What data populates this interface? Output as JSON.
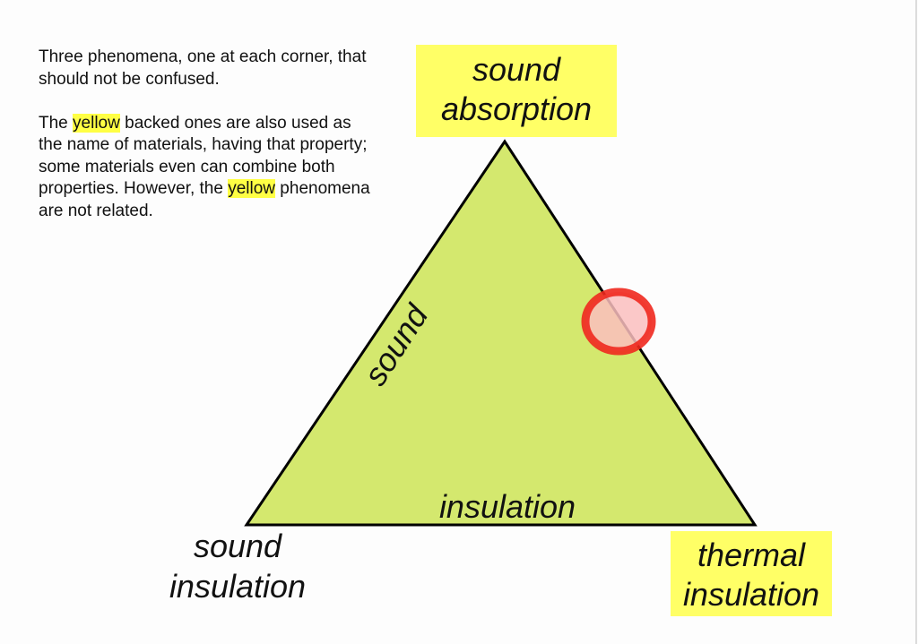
{
  "intro": {
    "para1": "Three phenomena, one at each corner, that should not be confused.",
    "para2_a": "The ",
    "para2_hl1": "yellow",
    "para2_b": " backed ones are also used as the name of materials, having that property; some materials even can combine both properties. However, the ",
    "para2_hl2": "yellow",
    "para2_c": " phenomena are not related."
  },
  "diagram": {
    "top": {
      "line1": "sound",
      "line2": "absorption"
    },
    "bottom_left": {
      "line1": "sound",
      "line2": "insulation"
    },
    "bottom_right": {
      "line1": "thermal",
      "line2": "insulation"
    },
    "left_edge": "sound",
    "bottom_edge": "insulation",
    "colors": {
      "triangle": "#d4e86e",
      "highlight": "#ffff66",
      "marker": "#f03a2e",
      "marker_fill": "#f8c4c4"
    }
  }
}
